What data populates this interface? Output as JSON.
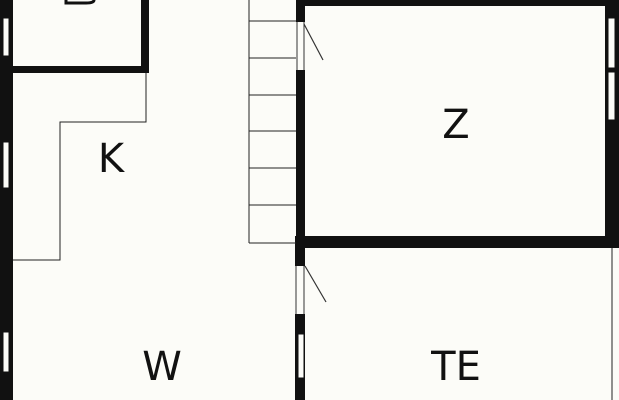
{
  "floor_plan": {
    "rooms": [
      {
        "id": "k",
        "label": "K"
      },
      {
        "id": "z",
        "label": "Z"
      },
      {
        "id": "w",
        "label": "W"
      },
      {
        "id": "te",
        "label": "TE"
      }
    ],
    "colors": {
      "wall": "#111111",
      "background": "#fcfcf8",
      "line": "#222222"
    }
  }
}
